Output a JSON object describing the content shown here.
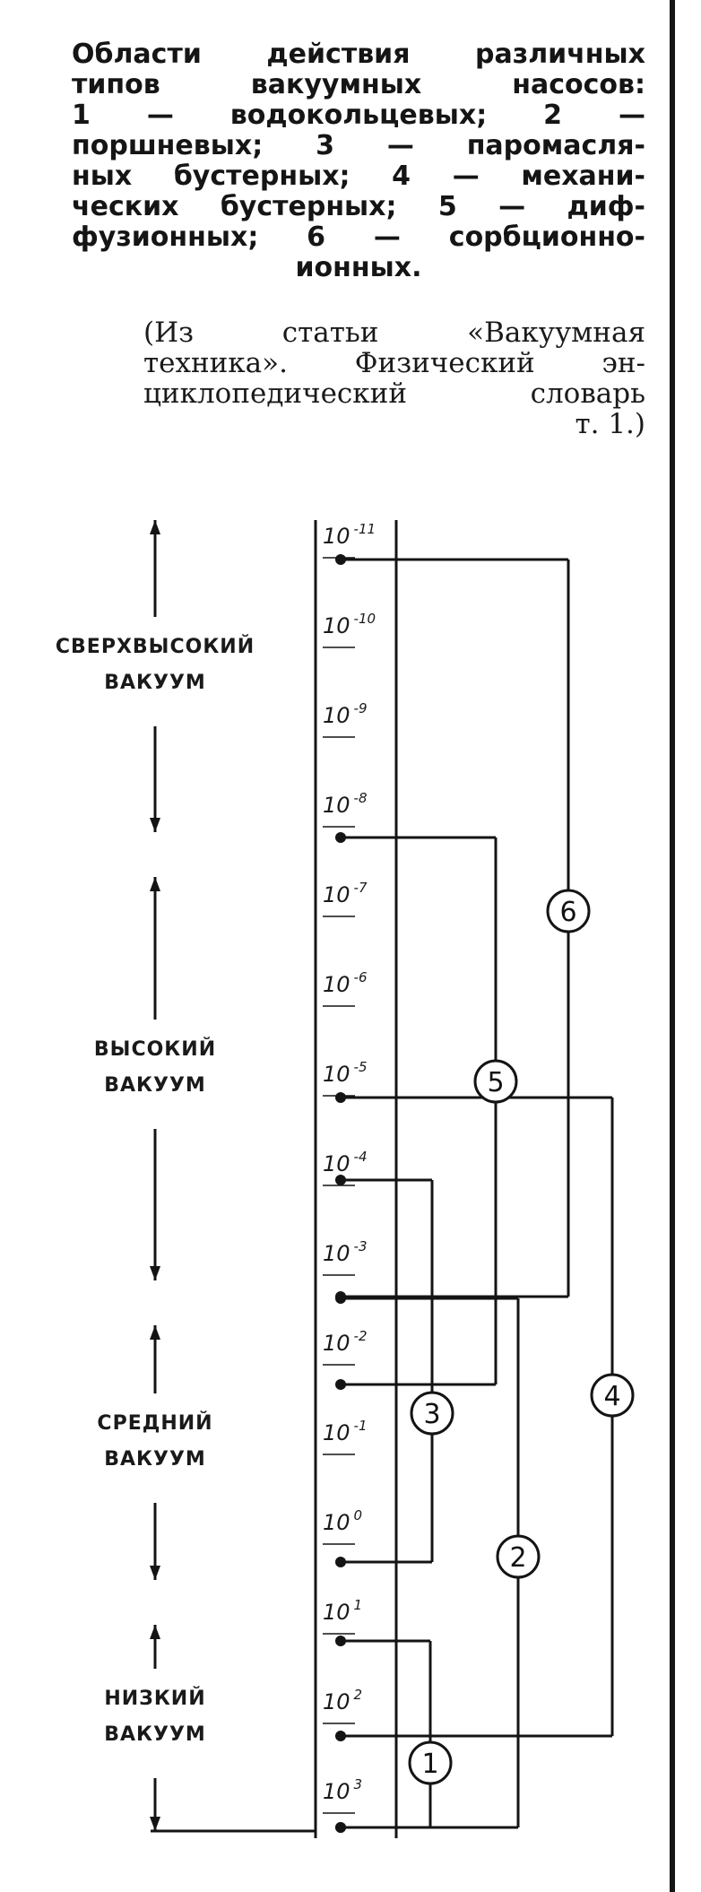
{
  "caption": {
    "lines": [
      "Области действия различных",
      "типов вакуумных насосов:",
      "1 — водокольцевых; 2 —",
      "поршневых; 3 — паромасля-",
      "ных бустерных; 4 — механи-",
      "ческих бустерных; 5 — диф-",
      "фузионных; 6 — сорбционно-",
      "ионных."
    ]
  },
  "source": {
    "lines": [
      "(Из статьи «Вакуумная",
      "техника». Физический эн-",
      "циклопедический словарь",
      "т. 1.)"
    ]
  },
  "ranges": [
    {
      "line1": "СВЕРХВЫСОКИЙ",
      "line2": "ВАКУУМ"
    },
    {
      "line1": "ВЫСОКИЙ",
      "line2": "ВАКУУМ"
    },
    {
      "line1": "СРЕДНИЙ",
      "line2": "ВАКУУМ"
    },
    {
      "line1": "НИЗКИЙ",
      "line2": "ВАКУУМ"
    }
  ],
  "scale": {
    "base": "10",
    "exponents": [
      "-11",
      "-10",
      "-9",
      "-8",
      "-7",
      "-6",
      "-5",
      "-4",
      "-3",
      "-2",
      "-1",
      "0",
      "1",
      "2",
      "3"
    ]
  },
  "pumps": [
    {
      "number": "1",
      "from_exp": 1,
      "to_exp": 3
    },
    {
      "number": "2",
      "from_exp": -3,
      "to_exp": 3
    },
    {
      "number": "3",
      "from_exp": -4,
      "to_exp": 0
    },
    {
      "number": "4",
      "from_exp": -5,
      "to_exp": 2
    },
    {
      "number": "5",
      "from_exp": -8,
      "to_exp": -2
    },
    {
      "number": "6",
      "from_exp": -11,
      "to_exp": -3
    }
  ]
}
